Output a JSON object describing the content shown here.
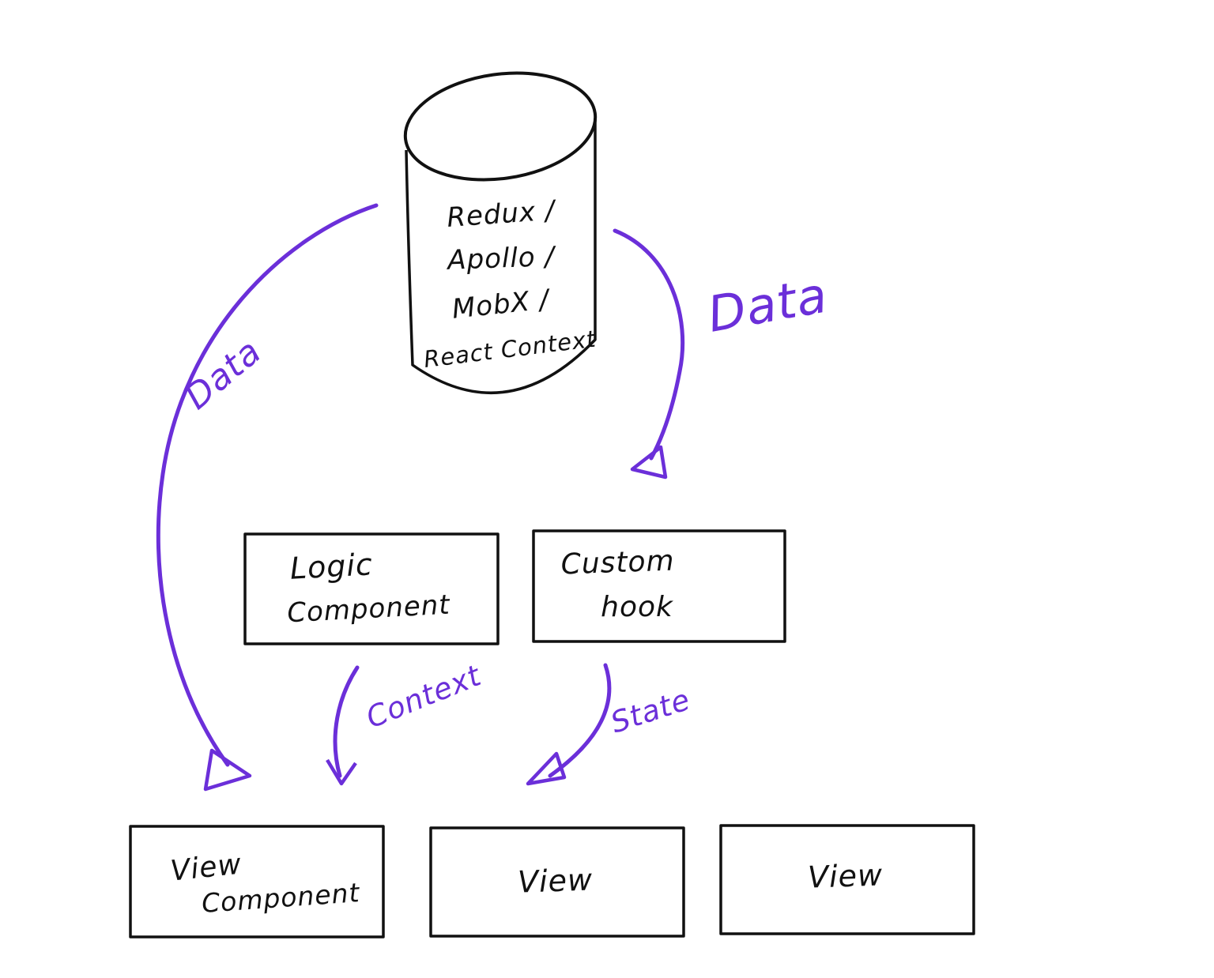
{
  "colors": {
    "ink": "#111111",
    "accent": "#6b2fd9",
    "background": "#ffffff"
  },
  "diagram": {
    "cylinder": {
      "lines": [
        "Redux /",
        "Apollo /",
        "MobX /",
        "React Context"
      ]
    },
    "nodes": {
      "logic_component": {
        "line1": "Logic",
        "line2": "Component"
      },
      "custom_hook": {
        "line1": "Custom",
        "line2": "hook"
      },
      "view_component": {
        "line1": "View",
        "line2": "Component"
      },
      "view_2": {
        "label": "View"
      },
      "view_3": {
        "label": "View"
      }
    },
    "edges": {
      "data_left": {
        "label": "Data"
      },
      "data_right": {
        "label": "Data"
      },
      "context": {
        "label": "Context"
      },
      "state": {
        "label": "State"
      }
    }
  }
}
